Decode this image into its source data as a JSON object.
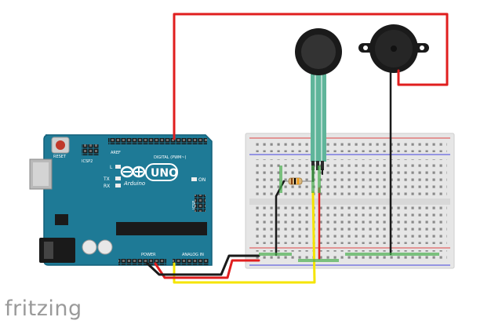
{
  "watermark": "fritzing",
  "board": {
    "logo_brand": "Arduino",
    "model": "UNO",
    "reset_label": "RESET",
    "icsp2_label": "ICSP2",
    "icsp_label": "ICSP",
    "digital_label": "DIGITAL (PWM~)",
    "power_label": "POWER",
    "analog_label": "ANALOG IN",
    "tx_label": "TX",
    "rx_label": "RX",
    "l_label": "L",
    "on_label": "ON",
    "aref_label": "AREF"
  },
  "colors": {
    "board": "#1e7a96",
    "board_edge": "#12607a",
    "wire_red": "#e01e1e",
    "wire_black": "#1a1a1a",
    "wire_yellow": "#f5e400",
    "sensor_lead": "#5fb59a",
    "breadboard": "#e6e6e6"
  },
  "components": [
    "Arduino Uno",
    "breadboard",
    "force sensitive resistor",
    "piezo buzzer",
    "resistor"
  ]
}
